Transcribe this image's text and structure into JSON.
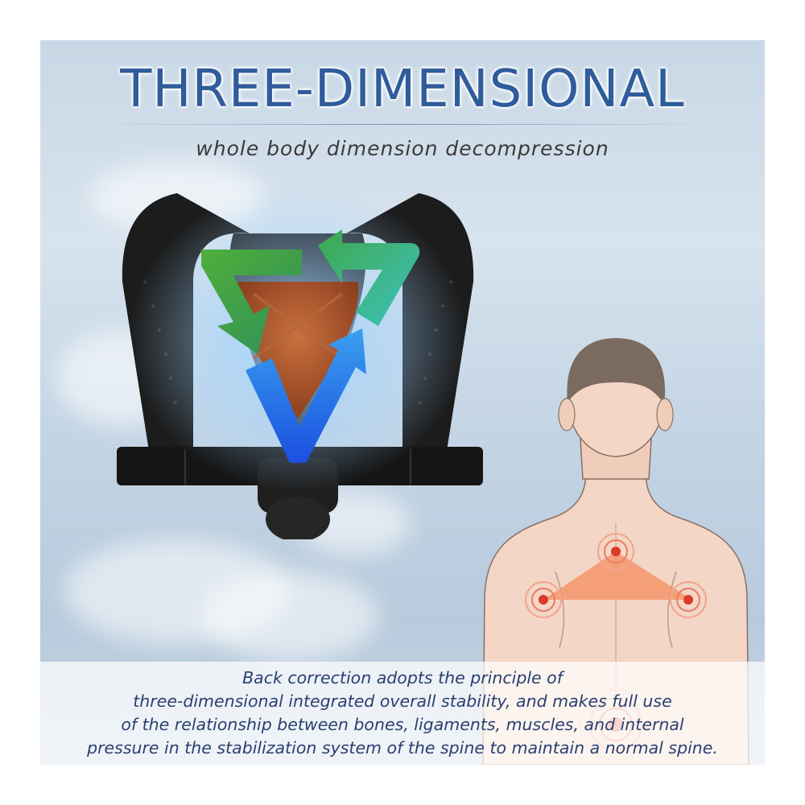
{
  "title": "THREE-DIMENSIONAL",
  "subtitle": "whole body dimension decompression",
  "caption_lines": [
    "Back correction adopts the principle of",
    "three-dimensional integrated overall stability, and makes full use",
    "of the relationship between bones, ligaments, muscles, and internal",
    "pressure in the stabilization system of the spine to maintain a normal spine."
  ],
  "colors": {
    "title": "#2f5c9b",
    "caption": "#2a3f72",
    "arrow_green": "#3fa23a",
    "arrow_teal": "#37b8a6",
    "arrow_blue": "#1f5fe0",
    "pad_brown": "#a0522d",
    "pain_red": "#d93a2a",
    "triangle_orange": "#f4956a",
    "skin": "#f3d6c6",
    "hair": "#7b6a60"
  },
  "icons": {
    "brace": "posture-corrector-brace-icon",
    "arrows": "circular-arrows-icon",
    "body": "upper-back-figure-icon",
    "pain_points": "pain-point-ripple-icon"
  }
}
